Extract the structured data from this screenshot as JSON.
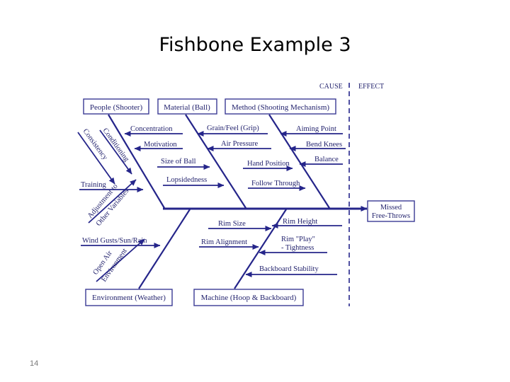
{
  "slide": {
    "title": "Fishbone Example 3",
    "page_number": "14"
  },
  "header": {
    "cause": "CAUSE",
    "effect": "EFFECT"
  },
  "effect": {
    "line1": "Missed",
    "line2": "Free-Throws"
  },
  "categories": {
    "people": "People (Shooter)",
    "material": "Material (Ball)",
    "method": "Method (Shooting Mechanism)",
    "environment": "Environment (Weather)",
    "machine": "Machine (Hoop & Backboard)"
  },
  "causes": {
    "concentration": "Concentration",
    "motivation": "Motivation",
    "training": "Training",
    "conditioning": "Conditioning",
    "consistency": "Consistency",
    "adjustment_1": "Adjustment to",
    "adjustment_2": "Other Variables",
    "size_of_ball": "Size of Ball",
    "lopsidedness": "Lopsidedness",
    "grain_feel": "Grain/Feel (Grip)",
    "air_pressure": "Air Pressure",
    "aiming_point": "Aiming Point",
    "bend_knees": "Bend Knees",
    "balance": "Balance",
    "hand_position": "Hand Position",
    "follow_through": "Follow Through",
    "wind_gusts": "Wind Gusts/Sun/Rain",
    "open_air_1": "Open Air",
    "open_air_2": "Environment",
    "rim_size": "Rim Size",
    "rim_alignment": "Rim Alignment",
    "rim_height": "Rim Height",
    "rim_play_1": "Rim \"Play\"",
    "rim_play_2": "- Tightness",
    "backboard_stability": "Backboard Stability"
  }
}
